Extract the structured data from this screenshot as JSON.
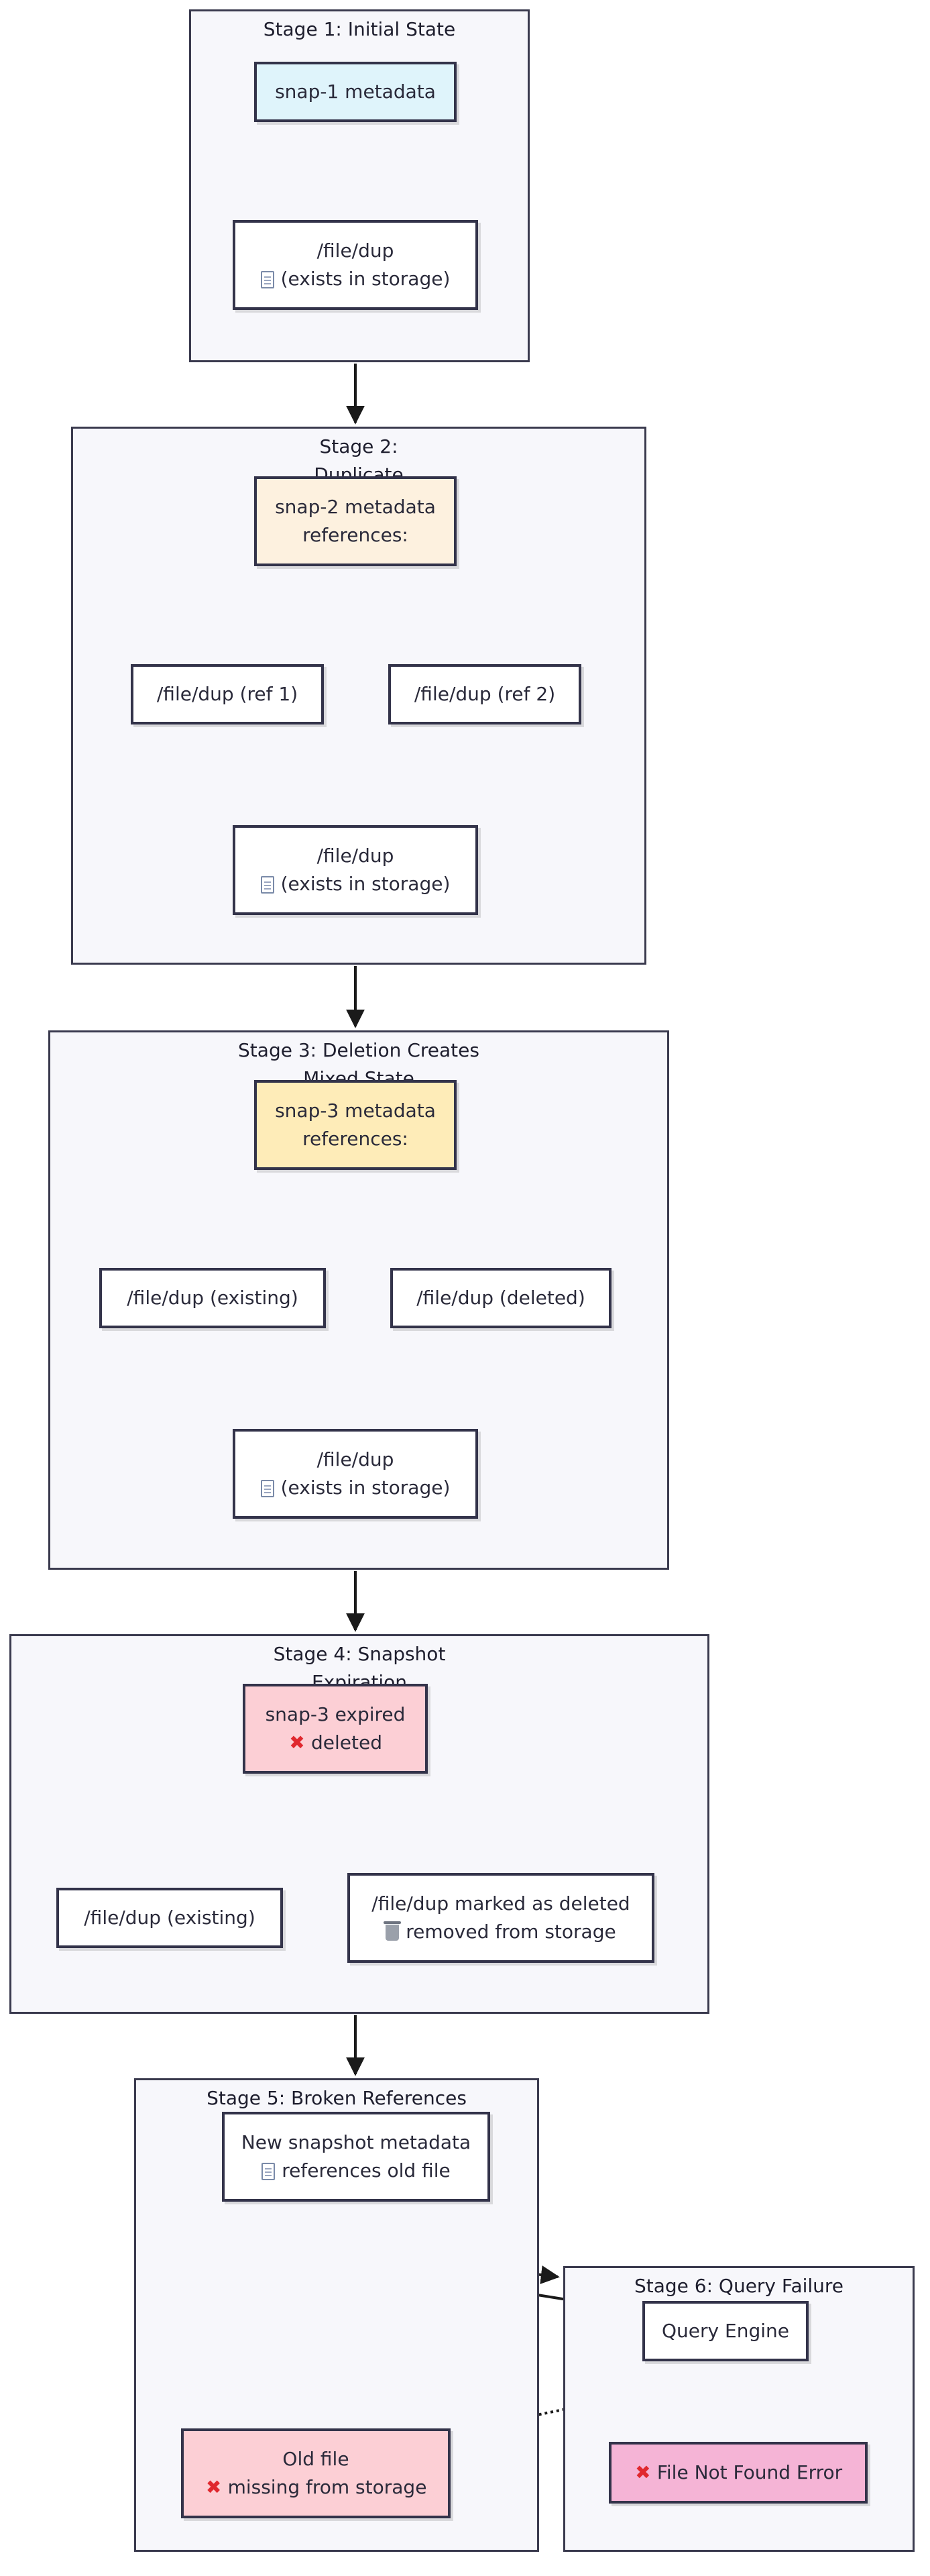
{
  "stages": [
    {
      "id": "s1",
      "title": "Stage 1: Initial State"
    },
    {
      "id": "s2",
      "title": "Stage 2: Duplicate Reference"
    },
    {
      "id": "s3",
      "title": "Stage 3: Deletion Creates Mixed State"
    },
    {
      "id": "s4",
      "title": "Stage 4: Snapshot Expiration"
    },
    {
      "id": "s5",
      "title": "Stage 5: Broken References"
    },
    {
      "id": "s6",
      "title": "Stage 6: Query Failure"
    }
  ],
  "nodes": [
    {
      "id": "n1",
      "fill": "blue",
      "lines": [
        {
          "text": "snap-1 metadata"
        }
      ]
    },
    {
      "id": "n2",
      "fill": "white",
      "lines": [
        {
          "text": "/file/dup"
        },
        {
          "text": "(exists in storage)",
          "icon": "doc-icon"
        }
      ]
    },
    {
      "id": "n3",
      "fill": "cream",
      "lines": [
        {
          "text": "snap-2 metadata"
        },
        {
          "text": "references:"
        }
      ]
    },
    {
      "id": "n4",
      "fill": "white",
      "lines": [
        {
          "text": "/file/dup (ref 1)"
        }
      ]
    },
    {
      "id": "n5",
      "fill": "white",
      "lines": [
        {
          "text": "/file/dup (ref 2)"
        }
      ]
    },
    {
      "id": "n6",
      "fill": "white",
      "lines": [
        {
          "text": "/file/dup"
        },
        {
          "text": "(exists in storage)",
          "icon": "doc-icon"
        }
      ]
    },
    {
      "id": "n7",
      "fill": "yellow",
      "lines": [
        {
          "text": "snap-3 metadata"
        },
        {
          "text": "references:"
        }
      ]
    },
    {
      "id": "n8",
      "fill": "white",
      "lines": [
        {
          "text": "/file/dup (existing)"
        }
      ]
    },
    {
      "id": "n9",
      "fill": "white",
      "lines": [
        {
          "text": "/file/dup (deleted)"
        }
      ]
    },
    {
      "id": "n10",
      "fill": "white",
      "lines": [
        {
          "text": "/file/dup"
        },
        {
          "text": "(exists in storage)",
          "icon": "doc-icon"
        }
      ]
    },
    {
      "id": "n11",
      "fill": "red",
      "lines": [
        {
          "text": "snap-3 expired"
        },
        {
          "text": "deleted",
          "icon": "cross-icon"
        }
      ]
    },
    {
      "id": "n12",
      "fill": "white",
      "lines": [
        {
          "text": "/file/dup (existing)"
        }
      ]
    },
    {
      "id": "n13",
      "fill": "white",
      "lines": [
        {
          "text": "/file/dup marked as deleted"
        },
        {
          "text": "removed from storage",
          "icon": "trash-icon"
        }
      ]
    },
    {
      "id": "n14",
      "fill": "white",
      "lines": [
        {
          "text": "New snapshot metadata"
        },
        {
          "text": "references old file",
          "icon": "doc-icon"
        }
      ]
    },
    {
      "id": "n15",
      "fill": "red",
      "lines": [
        {
          "text": "Old file"
        },
        {
          "text": "missing from storage",
          "icon": "cross-icon"
        }
      ]
    },
    {
      "id": "n16",
      "fill": "white",
      "lines": [
        {
          "text": "Query Engine"
        }
      ]
    },
    {
      "id": "n17",
      "fill": "pink",
      "lines": [
        {
          "text": "File Not Found Error",
          "icon": "cross-icon"
        }
      ]
    }
  ],
  "edges": [
    {
      "from": "n1",
      "to": "n2",
      "style": "solid"
    },
    {
      "from": "s1",
      "to": "s2",
      "style": "solid"
    },
    {
      "from": "n3",
      "to": "n4",
      "style": "solid"
    },
    {
      "from": "n3",
      "to": "n5",
      "style": "solid"
    },
    {
      "from": "n4",
      "to": "n6",
      "style": "dotted"
    },
    {
      "from": "n5",
      "to": "n6",
      "style": "dotted"
    },
    {
      "from": "s2",
      "to": "s3",
      "style": "solid"
    },
    {
      "from": "n7",
      "to": "n8",
      "style": "solid"
    },
    {
      "from": "n7",
      "to": "n9",
      "style": "solid"
    },
    {
      "from": "n8",
      "to": "n10",
      "style": "dotted"
    },
    {
      "from": "n9",
      "to": "n10",
      "style": "dotted"
    },
    {
      "from": "s3",
      "to": "s4",
      "style": "solid"
    },
    {
      "from": "n11",
      "to": "n12",
      "style": "solid"
    },
    {
      "from": "n11",
      "to": "n13",
      "style": "dotted"
    },
    {
      "from": "s4",
      "to": "s5",
      "style": "solid"
    },
    {
      "from": "n14",
      "to": "n15",
      "style": "dotted"
    },
    {
      "from": "n16",
      "to": "n14",
      "style": "solid"
    },
    {
      "from": "s5",
      "to": "s6",
      "style": "solid"
    },
    {
      "from": "n16",
      "to": "n15",
      "style": "dotted"
    },
    {
      "from": "n16",
      "to": "n17",
      "style": "solid"
    }
  ],
  "colors": {
    "border": "#33334a",
    "stage_bg": "#f7f7fb",
    "blue": "#dff4fb",
    "cream": "#fdf1df",
    "yellow": "#feecb8",
    "red": "#fccfd5",
    "pink": "#f5b4d6",
    "white": "#ffffff",
    "cross": "#e0282e"
  }
}
